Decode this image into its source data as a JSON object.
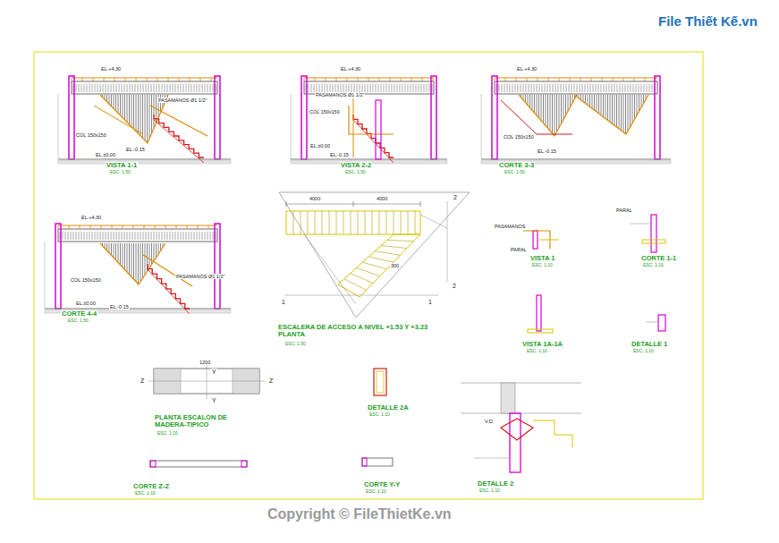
{
  "diagram": {
    "labels": [
      "File Thiết Kế.vn",
      "Copyright © FileThietKe.vn",
      "VISTA 1-1",
      "ESC. 1:50",
      "VISTA 2-2",
      "ESC. 1:50",
      "CORTE 3-3",
      "ESC. 1:50",
      "CORTE 4-4",
      "ESC. 1:50",
      "ESCALERA DE ACCESO A NIVEL +1.53 Y +3.23 PLANTA",
      "ESC. 1:50",
      "VISTA 1",
      "ESC. 1:10",
      "CORTE 1-1",
      "ESC. 1:10",
      "VISTA 1A-1A",
      "ESC. 1:10",
      "DETALLE 1",
      "ESC. 1:10",
      "PLANTA ESCALON DE MADERA-TIPICO",
      "ESC. 1:10",
      "DETALLE 2A",
      "ESC. 1:10",
      "CORTE Z-Z",
      "ESC. 1:10",
      "CORTE Y-Y",
      "ESC. 1:10",
      "DETALLE 2",
      "ESC. 1:10",
      "EL.+4.30",
      "EL.+4.30",
      "EL.+4.30",
      "EL.+4.30",
      "PASAMANOS Ø1 1/2\"",
      "COL 150x150",
      "EL.±0.00",
      "EL.-0.15",
      "PASAMANOS Ø1 1/2\"",
      "COL 150x150",
      "EL.±0.00",
      "EL.-0.15",
      "COL 150x150",
      "EL.-0.15",
      "COL 150x150",
      "EL.±0.00",
      "EL.-0.15",
      "PASAMANOS Ø1 1/2\"",
      "4000",
      "4000",
      "300",
      "1200",
      "V.D.",
      "PASAMANOS",
      "PARAL",
      "PARAL",
      "2",
      "2",
      "1",
      "1",
      "Z",
      "Z",
      "Y",
      "Y"
    ]
  }
}
